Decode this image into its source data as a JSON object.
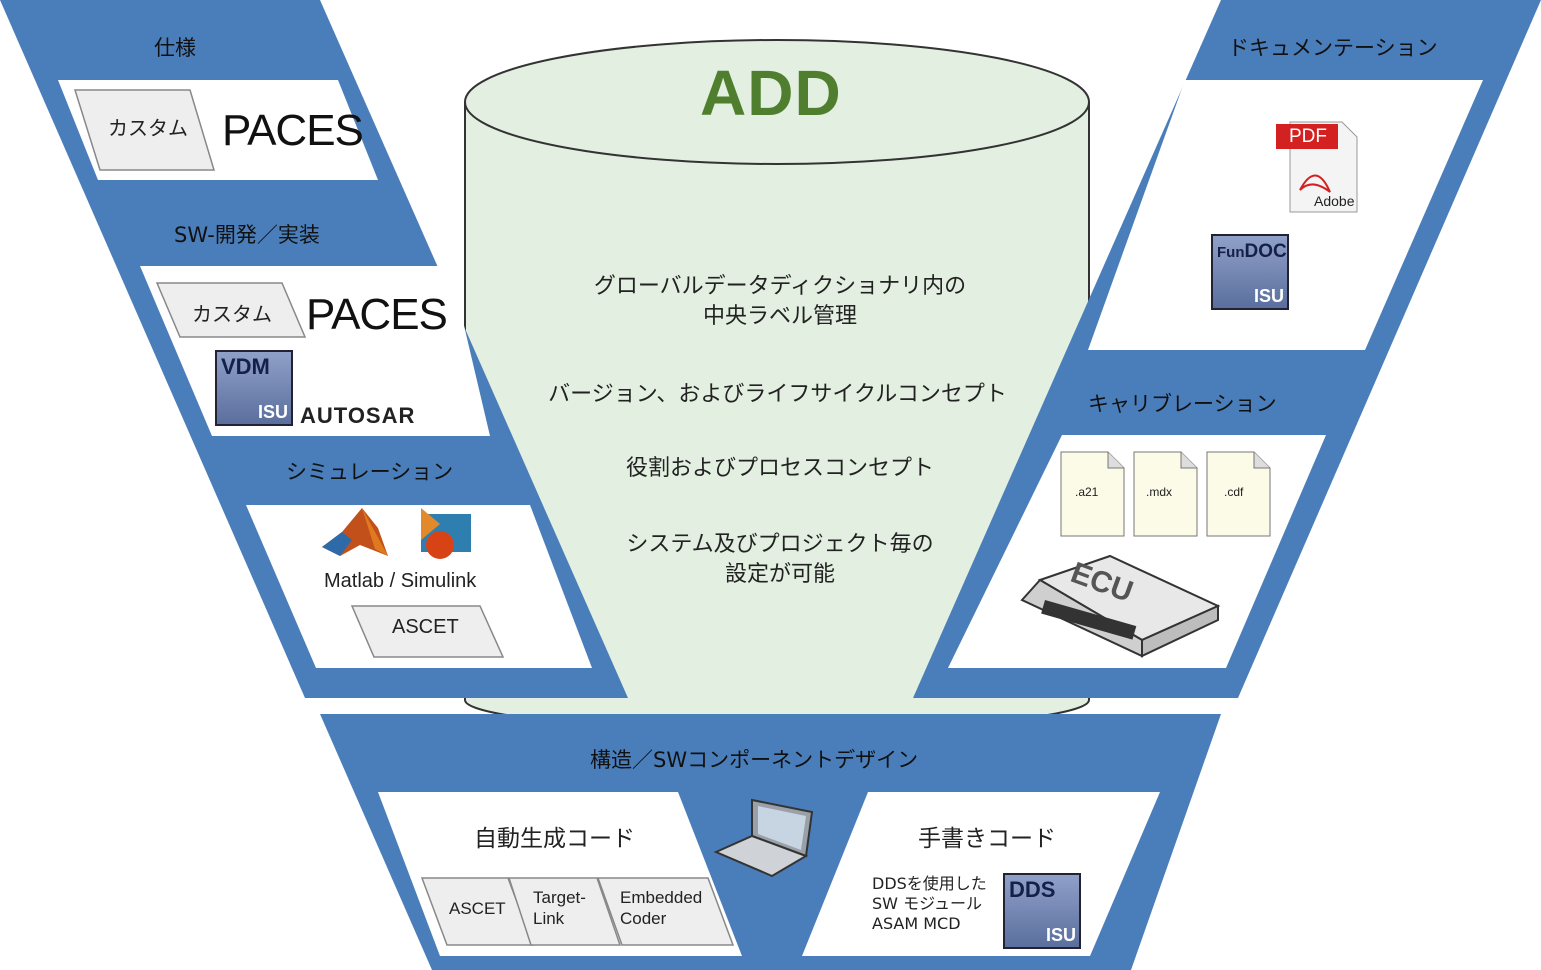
{
  "title": "ADD",
  "center": {
    "line1": "グローバルデータディクショナリ内の",
    "line2": "中央ラベル管理",
    "line3": "バージョン、およびライフサイクルコンセプト",
    "line4": "役割およびプロセスコンセプト",
    "line5": "システム及びプロジェクト毎の",
    "line6": "設定が可能"
  },
  "left": {
    "spec": {
      "title": "仕様",
      "custom": "カスタム",
      "logo": "PACES"
    },
    "sw_dev": {
      "title": "SW-開発／実装",
      "custom": "カスタム",
      "logo": "PACES",
      "vdm": "VDM",
      "isu": "ISU",
      "autosar": "AUTOSAR"
    },
    "simulation": {
      "title": "シミュレーション",
      "matlab": "Matlab / Simulink",
      "ascet": "ASCET"
    }
  },
  "right": {
    "documentation": {
      "title": "ドキュメンテーション",
      "pdf": "PDF",
      "adobe": "Adobe",
      "fundoc_fun": "Fun",
      "fundoc_doc": "DOC",
      "isu": "ISU"
    },
    "calibration": {
      "title": "キャリブレーション",
      "files": [
        ".a21",
        ".mdx",
        ".cdf"
      ],
      "ecu": "ECU"
    }
  },
  "bottom": {
    "title": "構造／SWコンポーネントデザイン",
    "auto": {
      "title": "自動生成コード",
      "tools": [
        "ASCET",
        "Target-",
        "Link",
        "Embedded",
        "Coder"
      ]
    },
    "manual": {
      "title": "手書きコード",
      "line1": "DDSを使用した",
      "line2": "SW モジュール",
      "line3": "ASAM MCD",
      "dds": "DDS",
      "isu": "ISU"
    }
  },
  "colors": {
    "band": "#4a7ebb",
    "cylinder": "#e3efe0",
    "title": "#4f7f2e"
  }
}
